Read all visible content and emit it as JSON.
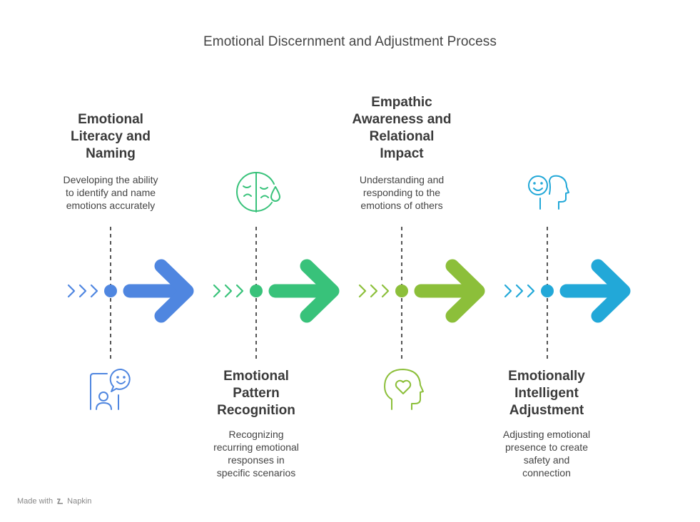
{
  "title": "Emotional Discernment and Adjustment Process",
  "stages": [
    {
      "title_lines": [
        "Emotional",
        "Literacy and",
        "Naming"
      ],
      "desc_lines": [
        "Developing the ability",
        "to identify and name",
        "emotions accurately"
      ],
      "color": "#4f86e0",
      "icon": "person-chat-icon"
    },
    {
      "title_lines": [
        "Emotional",
        "Pattern",
        "Recognition"
      ],
      "desc_lines": [
        "Recognizing",
        "recurring emotional",
        "responses in",
        "specific scenarios"
      ],
      "color": "#38c27a",
      "icon": "sad-crying-face-icon"
    },
    {
      "title_lines": [
        "Empathic",
        "Awareness and",
        "Relational",
        "Impact"
      ],
      "desc_lines": [
        "Understanding and",
        "responding to the",
        "emotions of others"
      ],
      "color": "#8cbf3a",
      "icon": "head-heart-icon"
    },
    {
      "title_lines": [
        "Emotionally",
        "Intelligent",
        "Adjustment"
      ],
      "desc_lines": [
        "Adjusting emotional",
        "presence to create",
        "safety and",
        "connection"
      ],
      "color": "#22a8d8",
      "icon": "smiling-head-profile-icon"
    }
  ],
  "footer": {
    "made_with": "Made with",
    "brand": "Napkin"
  }
}
